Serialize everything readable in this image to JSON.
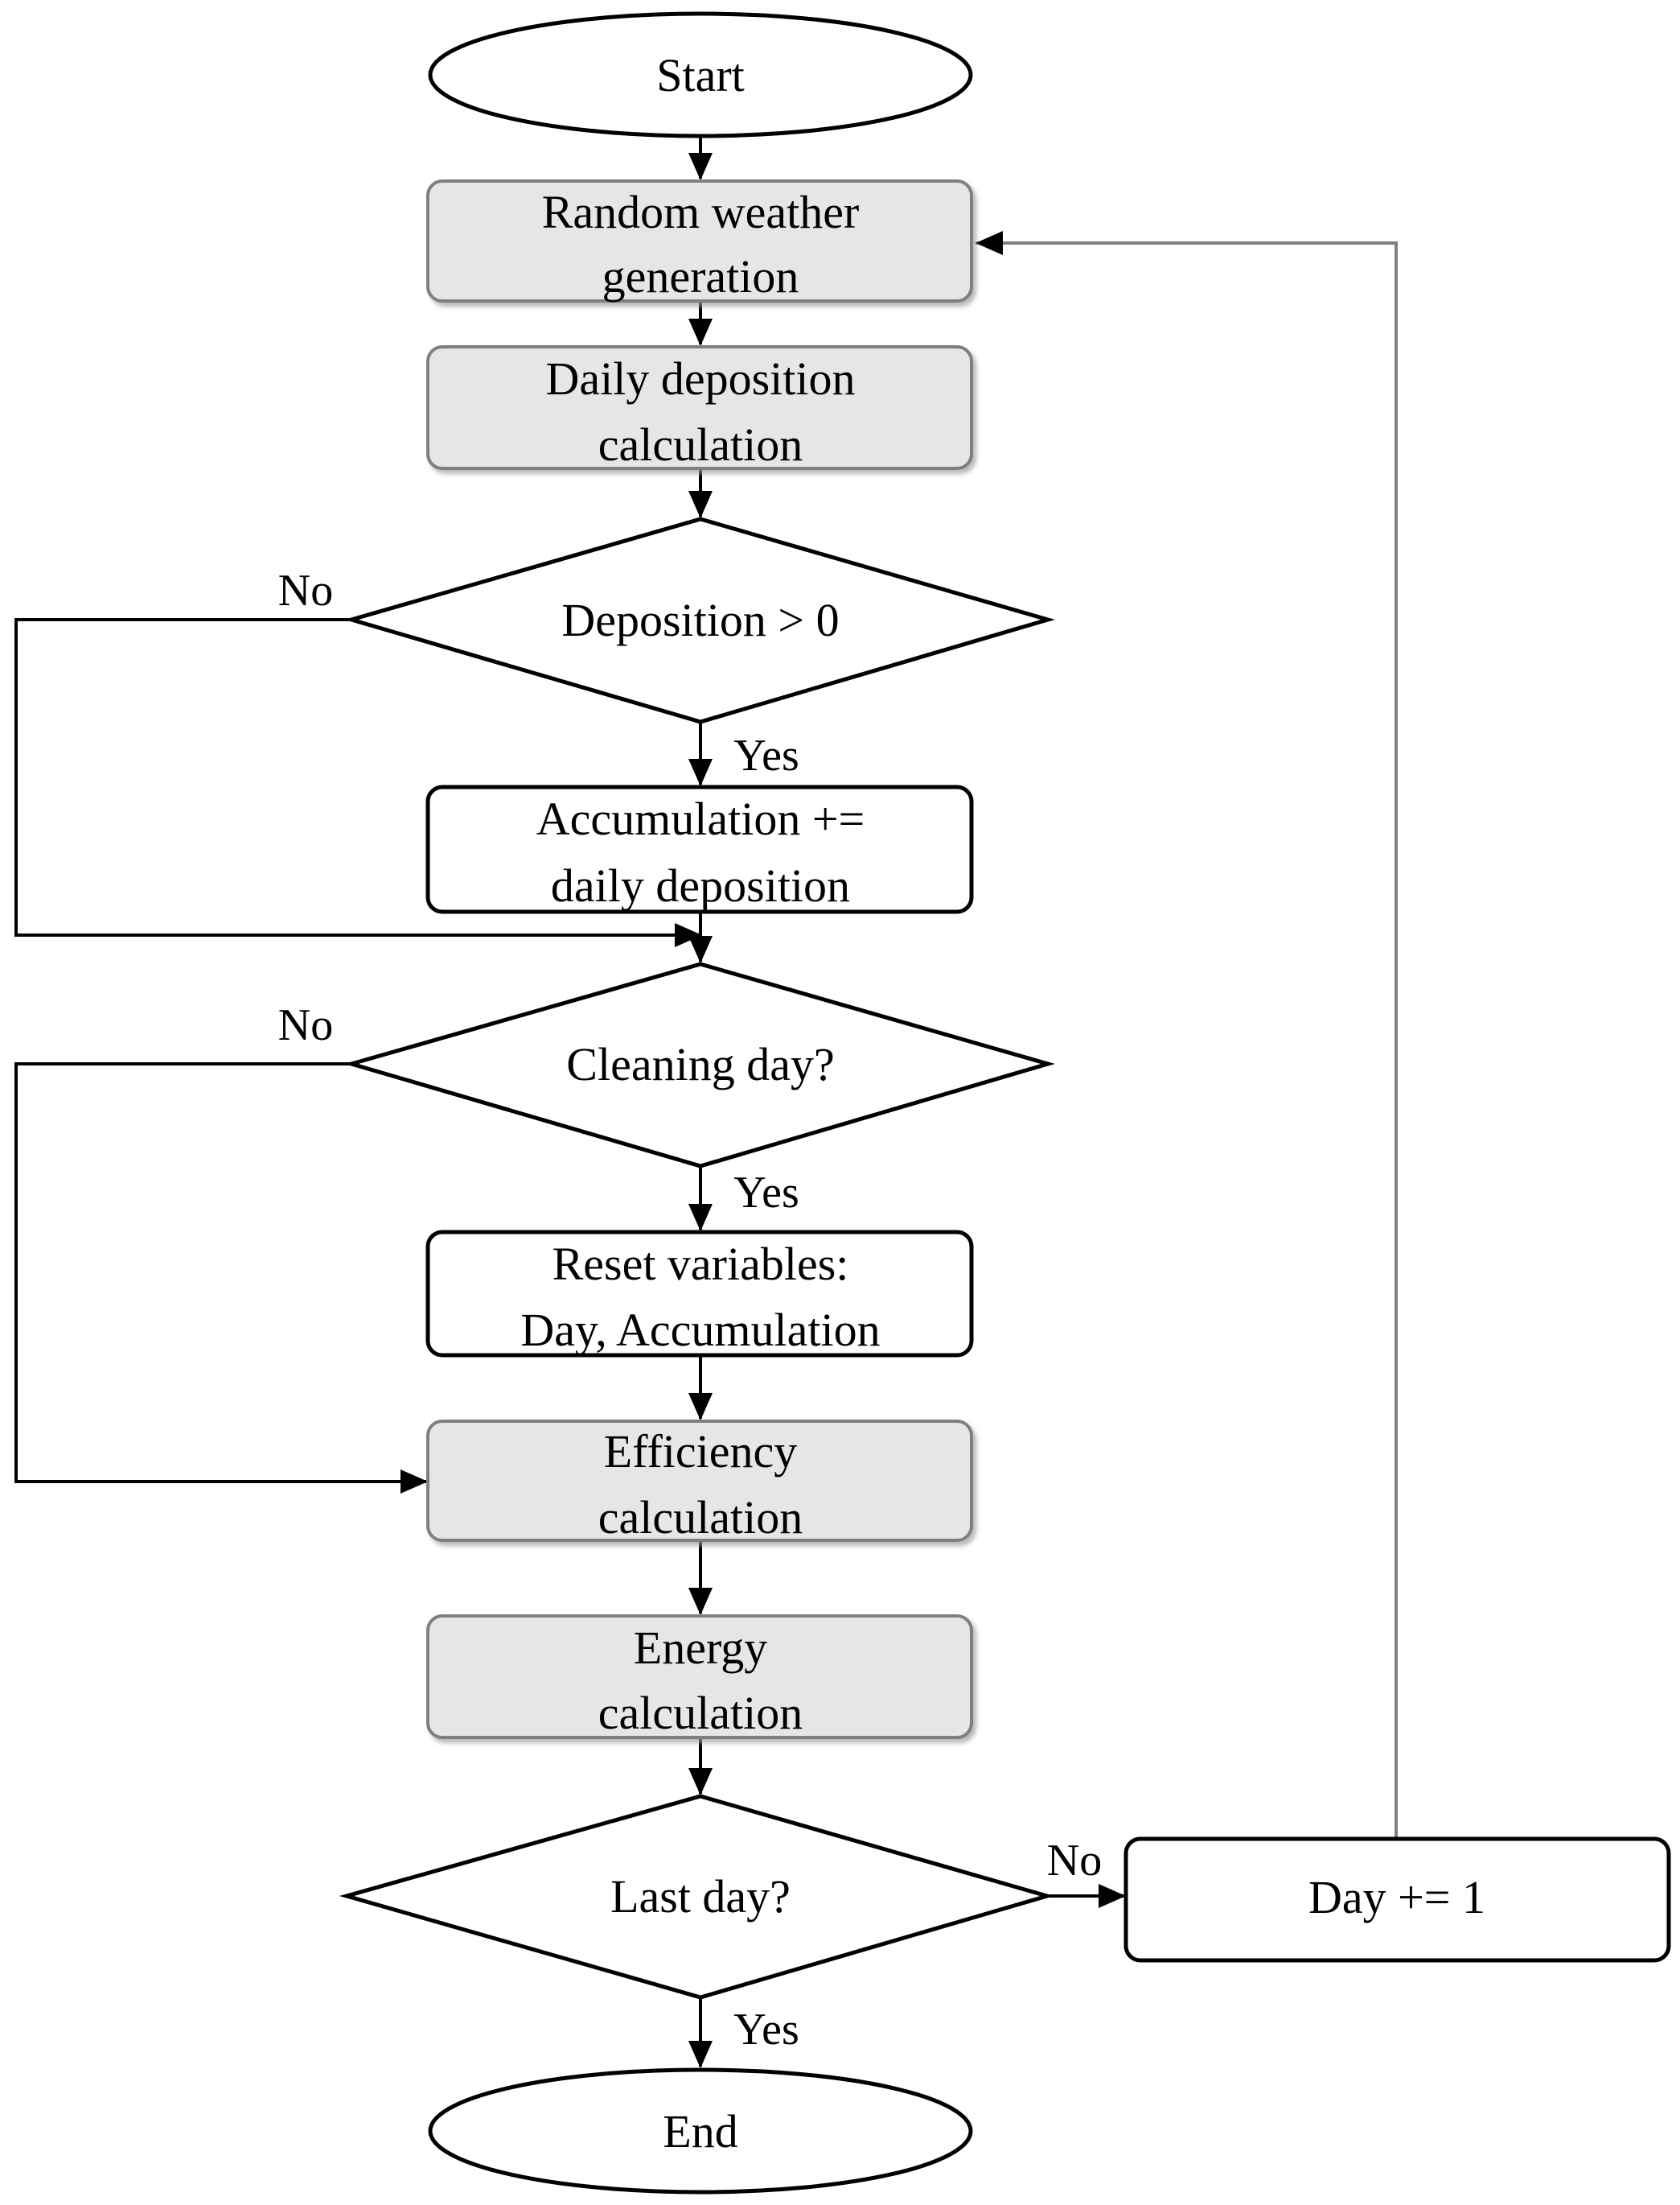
{
  "nodes": {
    "start": {
      "text": "Start"
    },
    "random_weather": {
      "line1": "Random weather",
      "line2": "generation"
    },
    "daily_deposition": {
      "line1": "Daily deposition",
      "line2": "calculation"
    },
    "deposition_decision": {
      "text": "Deposition > 0"
    },
    "accumulation": {
      "line1": "Accumulation +=",
      "line2": "daily deposition"
    },
    "cleaning_decision": {
      "text": "Cleaning day?"
    },
    "reset": {
      "line1": "Reset variables:",
      "line2": "Day, Accumulation"
    },
    "efficiency": {
      "line1": "Efficiency",
      "line2": "calculation"
    },
    "energy": {
      "line1": "Energy",
      "line2": "calculation"
    },
    "last_day_decision": {
      "text": "Last day?"
    },
    "day_increment": {
      "text": "Day += 1"
    },
    "end": {
      "text": "End"
    }
  },
  "edge_labels": {
    "deposition_no": "No",
    "deposition_yes": "Yes",
    "cleaning_no": "No",
    "cleaning_yes": "Yes",
    "last_day_no": "No",
    "last_day_yes": "Yes"
  },
  "colors": {
    "process_fill": "#e6e6e6",
    "process_border": "#7f7f7f",
    "line": "#000000",
    "loop_line": "#7f7f7f"
  }
}
